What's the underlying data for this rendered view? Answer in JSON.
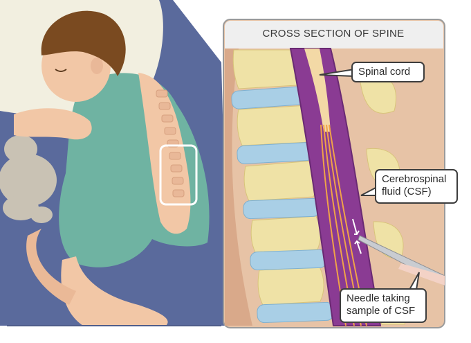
{
  "panel": {
    "title": "CROSS SECTION OF SPINE"
  },
  "labels": {
    "spinal_cord": "Spinal cord",
    "csf_line1": "Cerebrospinal",
    "csf_line2": "fluid (CSF)",
    "needle_line1": "Needle taking",
    "needle_line2": "sample of CSF"
  },
  "colors": {
    "background_blanket": "#5a6a9c",
    "gown": "#6fb3a2",
    "skin": "#f2c7a6",
    "hair": "#7a4a20",
    "vertebra": "#efe2a6",
    "disc": "#a9cfe6",
    "csf": "#8a3b93",
    "nerve": "#f0a348",
    "panel_bg": "#e7c3a6",
    "highlight_box": "#ffffff"
  }
}
